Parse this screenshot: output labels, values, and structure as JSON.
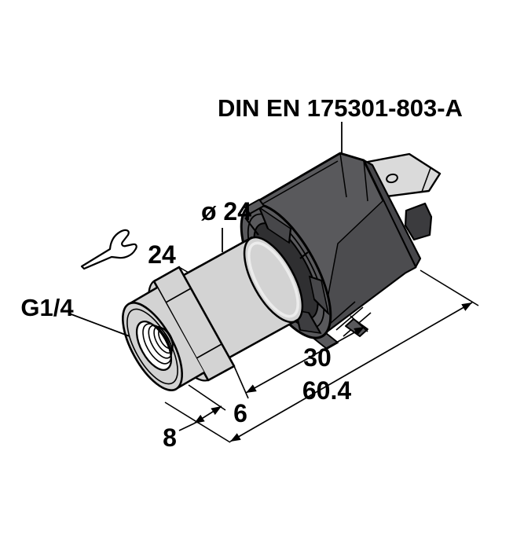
{
  "drawing": {
    "title": "Pressure transmitter dimensional drawing",
    "connector_standard": "DIN EN 175301-803-A",
    "body_diameter_label": "ø 24",
    "wrench_size_label": "24",
    "process_connection_label": "G1/4",
    "dimensions": {
      "connector_length": "30",
      "total_length": "60.4",
      "hex_length": "6",
      "port_length": "8"
    },
    "icons": [
      {
        "name": "wrench-icon",
        "meaning": "spanner size across flats"
      }
    ],
    "colors": {
      "background": "#ffffff",
      "line": "#000000",
      "body_gray": "#d3d3d3",
      "body_highlight": "#ececec",
      "terminal_gray": "#dadada",
      "connector_gray": "#59595c",
      "connector_dark": "#4c4c4f",
      "connector_hole": "#2f2f31"
    }
  }
}
